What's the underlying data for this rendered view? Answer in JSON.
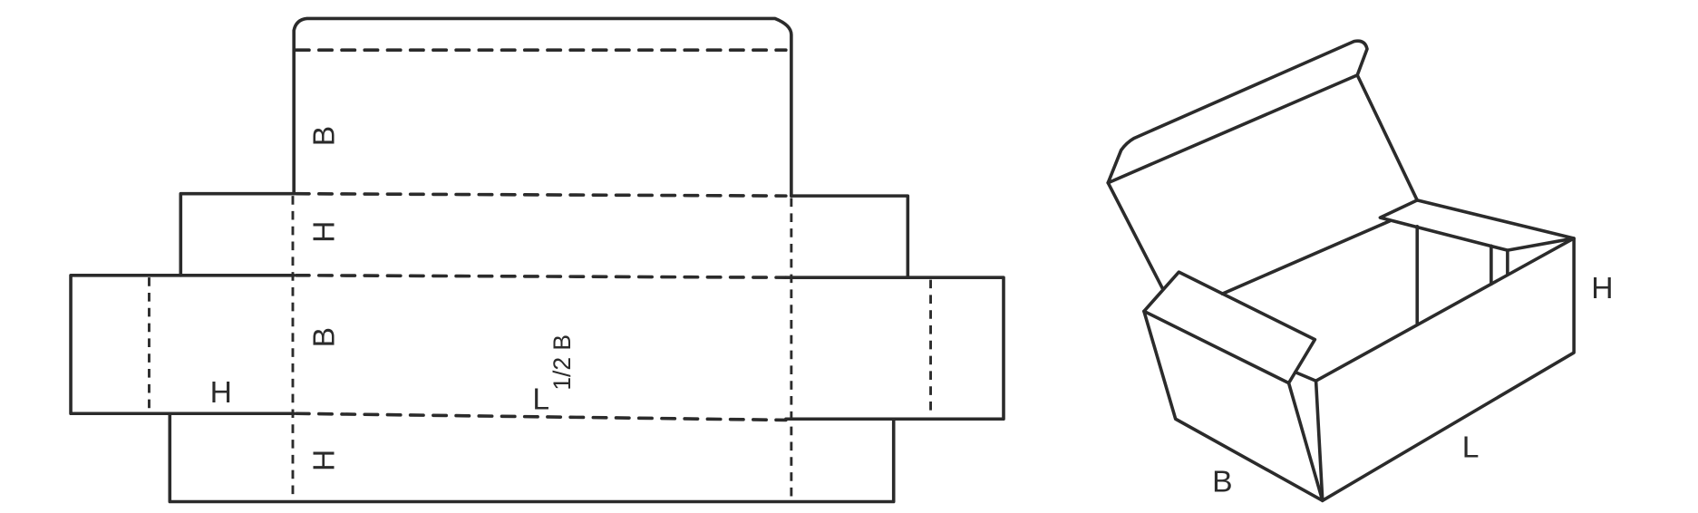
{
  "dieline": {
    "labels": {
      "top_panel_b": "B",
      "upper_side_h": "H",
      "base_panel_b": "B",
      "lower_side_h": "H",
      "end_flap_h": "H",
      "length_l": "L",
      "half_b": "1/2 B"
    }
  },
  "box_3d": {
    "labels": {
      "height": "H",
      "length": "L",
      "breadth": "B"
    }
  },
  "colors": {
    "stroke": "#2b2b2b",
    "background": "#ffffff"
  }
}
